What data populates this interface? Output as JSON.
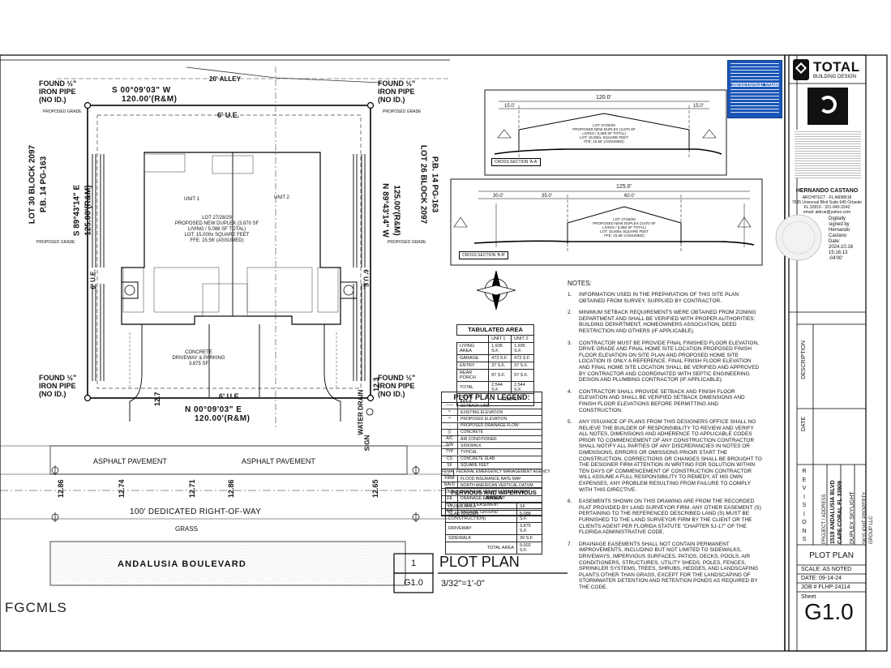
{
  "alley": "20' ALLEY",
  "north_bearing": "S 00°09'03\" W",
  "north_dim": "120.00'(R&M)",
  "south_bearing": "N 00°09'03\" E",
  "south_dim": "120.00'(R&M)",
  "west_bearing": "S 89°43'14\" E",
  "west_dim": "125.00'(R&M)",
  "east_bearing": "N 89°43'14\" W",
  "east_dim": "125.00'(R&M)",
  "lot_west": "LOT 30 BLOCK 2097",
  "lot_west_pb": "P.B. 14 PG-163",
  "lot_east": "LOT 26 BLOCK 2097",
  "lot_east_pb": "P.B. 14 PG-163",
  "iron_pipe": "FOUND ½\" IRON PIPE (NO ID.)",
  "ue_top": "6' U.E.",
  "ue_bottom": "6' U.E.",
  "ue_side": "6' U.E.",
  "unit1": "UNIT 1",
  "unit2": "UNIT 2",
  "lot_info": {
    "line1": "LOT 27/28/29",
    "line2": "PROPOSED NEW DUPLEX (3,870 SF",
    "line3": "LIVING / 5,088 SF TOTAL)",
    "line4": "LOT: 15,000± SQUARE FEET",
    "line5": "FFE: 15.56' (ASSUMED)"
  },
  "concrete": {
    "line1": "CONCRETE",
    "line2": "DRIVEWAY & PARKING",
    "line3": "3,875 SF"
  },
  "asphalt1": "ASPHALT PAVEMENT",
  "asphalt2": "ASPHALT PAVEMENT",
  "row": "100' DEDICATED RIGHT-OF-WAY",
  "grass": "GRASS",
  "road": "ANDALUSIA BOULEVARD",
  "water_drain": "WATER DRAIN",
  "sign": "SIGN",
  "dims": [
    "12.86",
    "12.74",
    "12.71",
    "12.86",
    "12.65",
    "12.7",
    "12.3"
  ],
  "proposed_grade": "PROPOSED GRADE",
  "plot_plan": {
    "num": "1",
    "sheet": "G1.0",
    "title": "PLOT PLAN",
    "scale": "3/32\"=1'-0\""
  },
  "tabulated": {
    "title": "TABULATED AREA",
    "head": [
      "UNIT 1",
      "UNIT 2"
    ],
    "rows": [
      [
        "LIVING AREA",
        "1,935 S.F.",
        "1,935 S.F."
      ],
      [
        "GARAGE",
        "473 S.F.",
        "473 S.F."
      ],
      [
        "ENTRY",
        "37 S.F.",
        "37 S.F."
      ],
      [
        "REAR PORCH",
        "97 S.F.",
        "97 S.F."
      ],
      [
        "TOTAL",
        "2,544 S.F.",
        "2,544 S.F."
      ]
    ],
    "total_label": "TOTAL AREA",
    "total_value": "5,088 S.F."
  },
  "legend": {
    "title": "PLOT PLAN LEGEND:",
    "items": [
      [
        "——",
        "SETBACK LINE"
      ],
      [
        "×",
        "EXISTING ELEVATION"
      ],
      [
        "×",
        "PROPOSED ELEVATION"
      ],
      [
        "→",
        "PROPOSED DRAINAGE FLOW"
      ],
      [
        "▒",
        "CONCRETE"
      ],
      [
        "A/C",
        "AIR CONDITIONER"
      ],
      [
        "S/W",
        "SIDEWALK"
      ],
      [
        "TYP",
        "TYPICAL"
      ],
      [
        "CS",
        "CONCRETE SLAB"
      ],
      [
        "SF",
        "SQUARE FEET"
      ],
      [
        "FEMA",
        "FEDERAL EMERGENCY MANAGEMENT AGENCY"
      ],
      [
        "FIRM",
        "FLOOD INSURANCE RATE MAP"
      ],
      [
        "NAVD",
        "NORTH AMERICAN VERTICAL DATUM"
      ],
      [
        "DUE",
        "DRAINAGE AND UTILITY EASEMENT"
      ],
      [
        "DE",
        "DRAINAGE EASEMENT"
      ],
      [
        "UE",
        "UTILITY EASEMENT"
      ],
      [
        "NG",
        "NATURAL GROUND"
      ]
    ]
  },
  "pervious": {
    "title": "PERVIOUS AND IMPERVIOUS AREA",
    "head": [
      "LIVING AREA",
      "SF"
    ],
    "rows": [
      [
        "SLAB (UNDER CONSTRUCTION)",
        "5,088 S.F."
      ],
      [
        "DRIVEWAY",
        "3,875 S.F."
      ],
      [
        "SIDEWALK",
        "39 S.F."
      ]
    ],
    "total_label": "TOTAL AREA",
    "total_value": "9,002 S.F."
  },
  "notes_title": "NOTES:",
  "notes": [
    "INFORMATION USED IN THE PREPARATION OF THIS SITE PLAN OBTAINED FROM SURVEY, SUPPLIED BY CONTRACTOR.",
    "MINIMUM SETBACK REQUIREMENTS WERE OBTAINED FROM ZONING DEPARTMENT AND SHALL BE VERIFIED WITH PROPER AUTHORITIES: BUILDING DEPARTMENT, HOMEOWNERS ASSOCIATION, DEED RESTRICTION AND OTHERS (IF APPLICABLE).",
    "CONTRACTOR MUST BE PROVIDE FINAL FINISHED FLOOR ELEVATION, DRIVE GRADE AND FINAL HOME SITE LOCATION PROPOSED FINISH FLOOR ELEVATION ON SITE PLAN AND PROPOSED HOME SITE LOCATION IS ONLY A REFERENCE. FINAL FINISH FLOOR ELEVATION AND FINAL HOME SITE LOCATION SHALL BE VERIFIED AND APPROVED BY CONTRACTOR AND COORDINATED WITH SEPTIC ENGINEERING DESIGN AND PLUMBING CONTRACTOR (IF APPLICABLE).",
    "CONTRACTOR SHALL PROVIDE SETBACK AND FINISH FLOOR ELEVATION AND SHALL BE VERIFIED SETBACK DIMENSIONS AND FINISH FLOOR ELEVATIONS BEFORE PERMITTING AND CONSTRUCTION.",
    "ANY ISSUANCE OF PLANS FROM THIS DESIGNERS OFFICE SHALL NO RELIEVE THE BUILDER OF RESPONSIBILITY TO REVIEW AND VERIFY ALL NOTES, DIMENSIONS AND ADHERENCE TO APPLICABLE CODES PRIOR TO COMMENCEMENT OF ANY CONSTRUCTION CONTRACTOR SHALL NOTIFY ALL PARTIES OF ANY DISCREPANCIES IN NOTES OR DIMENSIONS, ERRORS OR OMISSIONS PRIOIR START THE CONSTRUCTION, CORRECTIONS OR CHANGES SHALL BE BROUGHT TO THE DESIGNER FIRM ATTENTION IN WRITING FOR SOLUTION WITHIN TEN DAYS OF COMMENCEMENT OF CONSTRUCTION CONTRACTOR WILL ASSUME A FULL RESPONSIBILITY TO REMEDY, AT HIS OWN EXPENSES, ANY PROBLEM RESULTING FROM FAILURE TO COMPLY WITH THIS DIRECTIVE.",
    "EASEMENTS SHOWN ON THIS DRAWING ARE FROM THE RECORDED PLAT PROVIDED BY LAND SURVEYOR FIRM. ANY OTHER EASEMENT (S) PERTAINING TO THE REFERENCED DESCRIBED LAND (S) MUST BE FURNISHED TO THE LAND SURVEYOR FIRM BY THE CLIENT OR THE CLIENTS AGENT PER FLORIDA STATUTE \"CHAPTER 5J-17\" OF THE FLORIDA ADMINISTRATIVE CODE.",
    "DRAINAGE EASEMENTS SHALL NOT CONTAIN PERMANENT IMPROVEMENTS, INCLUDING BUT NOT LIMITED TO SIDEWALKS, DRIVEWAYS, IMPERVIOUS SURFACES, PATIOS, DECKS, POOLS, AIR CONDITIONERS, STRUCTURES, UTILITY SHEDS, POLES, FENCES, SPRINKLER SYSTEMS, TREES, SHRUBS, HEDGES, AND LANDSCAPING PLANTS OTHER THAN GRASS, EXCEPT FOR THE LANDSCAPING OF STORMWATER DETENTION AND RETENTION PONDS AS REQUIRED BY THE CODE."
  ],
  "note_numbers": [
    "1.",
    "2.",
    "3.",
    "4.",
    "5.",
    "6.",
    "7."
  ],
  "section1": {
    "width": "120.0'",
    "left": "15.0'",
    "right": "15.0'",
    "lot": "LOT 27/28/29",
    "line2": "PROPOSED NEW DUPLEX (3,870 SF",
    "line3": "LIVING / 5,088 SF TOTAL)",
    "line4": "LOT: 15,000± SQUARE FEET",
    "line5": "FFE: 15.56' (ASSUMED)",
    "label": "CROSS SECTION 'A-A'"
  },
  "section2": {
    "width": "125.0'",
    "d1": "30.0'",
    "d2": "35.0'",
    "d3": "60.0'",
    "lot": "LOT 27/28/29",
    "line2": "PROPOSED NEW DUPLEX (3,870 SF",
    "line3": "LIVING / 5,088 SF TOTAL)",
    "line4": "LOT: 15,000± SQUARE FEET",
    "line5": "FFE: 15.56' (ASSUMED)",
    "label": "CROSS SECTION 'B-B'"
  },
  "company": {
    "name": "TOTAL",
    "sub": "BUILDING DESIGN"
  },
  "architect": {
    "name": "HERNANDO CASTANO",
    "title": "ARCHITECT - FL AR98618",
    "addr1": "7685 Universal Blvd Suite 645 Orlando",
    "addr2": "FL 32819 - 321-945-3242",
    "email": "email: aktrue@yahoo.com"
  },
  "signature": {
    "l1": "Digitally",
    "l2": "signed by",
    "l3": "Hernando",
    "l4": "Castano",
    "l5": "Date:",
    "l6": "2024.10.16",
    "l7": "15:16:13",
    "l8": "-04'00'"
  },
  "revisions": {
    "description": "DESCRIPTION",
    "date": "DATE",
    "letters": [
      "R",
      "E",
      "V",
      "I",
      "S",
      "I",
      "O",
      "N",
      "S"
    ]
  },
  "project": {
    "label": "PROJECT / ADDRESS",
    "addr1": "1519 ANDALUSIA BLVD",
    "addr2": "CAPE CORAL FL 33909",
    "name": "DUPLEX SKYLIGHT",
    "owner": "SKYLIGHT PROPERTY",
    "owner2": "GROUP LLC"
  },
  "content": "PLOT PLAN",
  "scale": "SCALE: AS NOTED",
  "date": "DATE:  09-14-24",
  "job": "JOB #  FLHP-24114",
  "sheet_label": "Sheet",
  "sheet_num": "G1.0",
  "watermark": "FGCMLS",
  "stamp_text": "PROFESSIONAL STAMP",
  "colors": {
    "stamp_blue": "#1a56b8",
    "line": "#222222"
  }
}
